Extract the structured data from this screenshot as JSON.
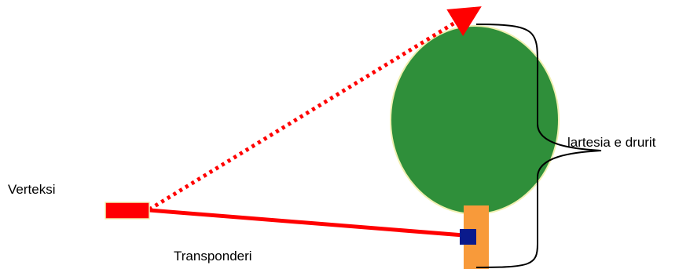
{
  "labels": {
    "vertex": "Verteksi",
    "transponder": "Transponderi",
    "tree_height": "lartesia e drurit"
  },
  "colors": {
    "canopy": "#2f8f3a",
    "canopy_outline": "#f0f0b0",
    "trunk": "#f89a3a",
    "vertex_device": "#ff0000",
    "transponder_device": "#0a1a8c",
    "measure_line": "#ff0000",
    "sight_line": "#ff0000",
    "brace": "#000000"
  },
  "icons": {
    "vertex_device": "red-rectangle",
    "transponder_device": "blue-square",
    "sight_arrow": "dotted-arrow"
  }
}
